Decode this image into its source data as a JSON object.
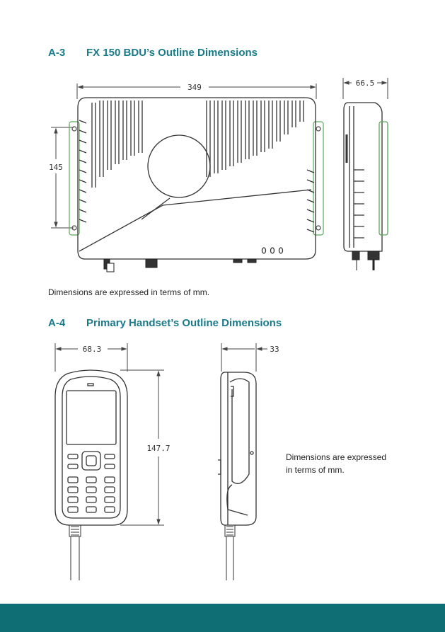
{
  "section_a3": {
    "number": "A-3",
    "title": "FX 150 BDU’s Outline Dimensions",
    "dim_width": "349",
    "dim_height": "145",
    "dim_depth": "66.5",
    "caption": "Dimensions are expressed in terms of mm."
  },
  "section_a4": {
    "number": "A-4",
    "title": "Primary Handset’s Outline Dimensions",
    "dim_width": "68.3",
    "dim_height": "147.7",
    "dim_depth": "33",
    "caption_line1": "Dimensions are expressed",
    "caption_line2": "in terms of mm."
  },
  "colors": {
    "heading": "#1a7a8a",
    "footer": "#0e6e74",
    "bracket_green": "#5aa85a"
  }
}
